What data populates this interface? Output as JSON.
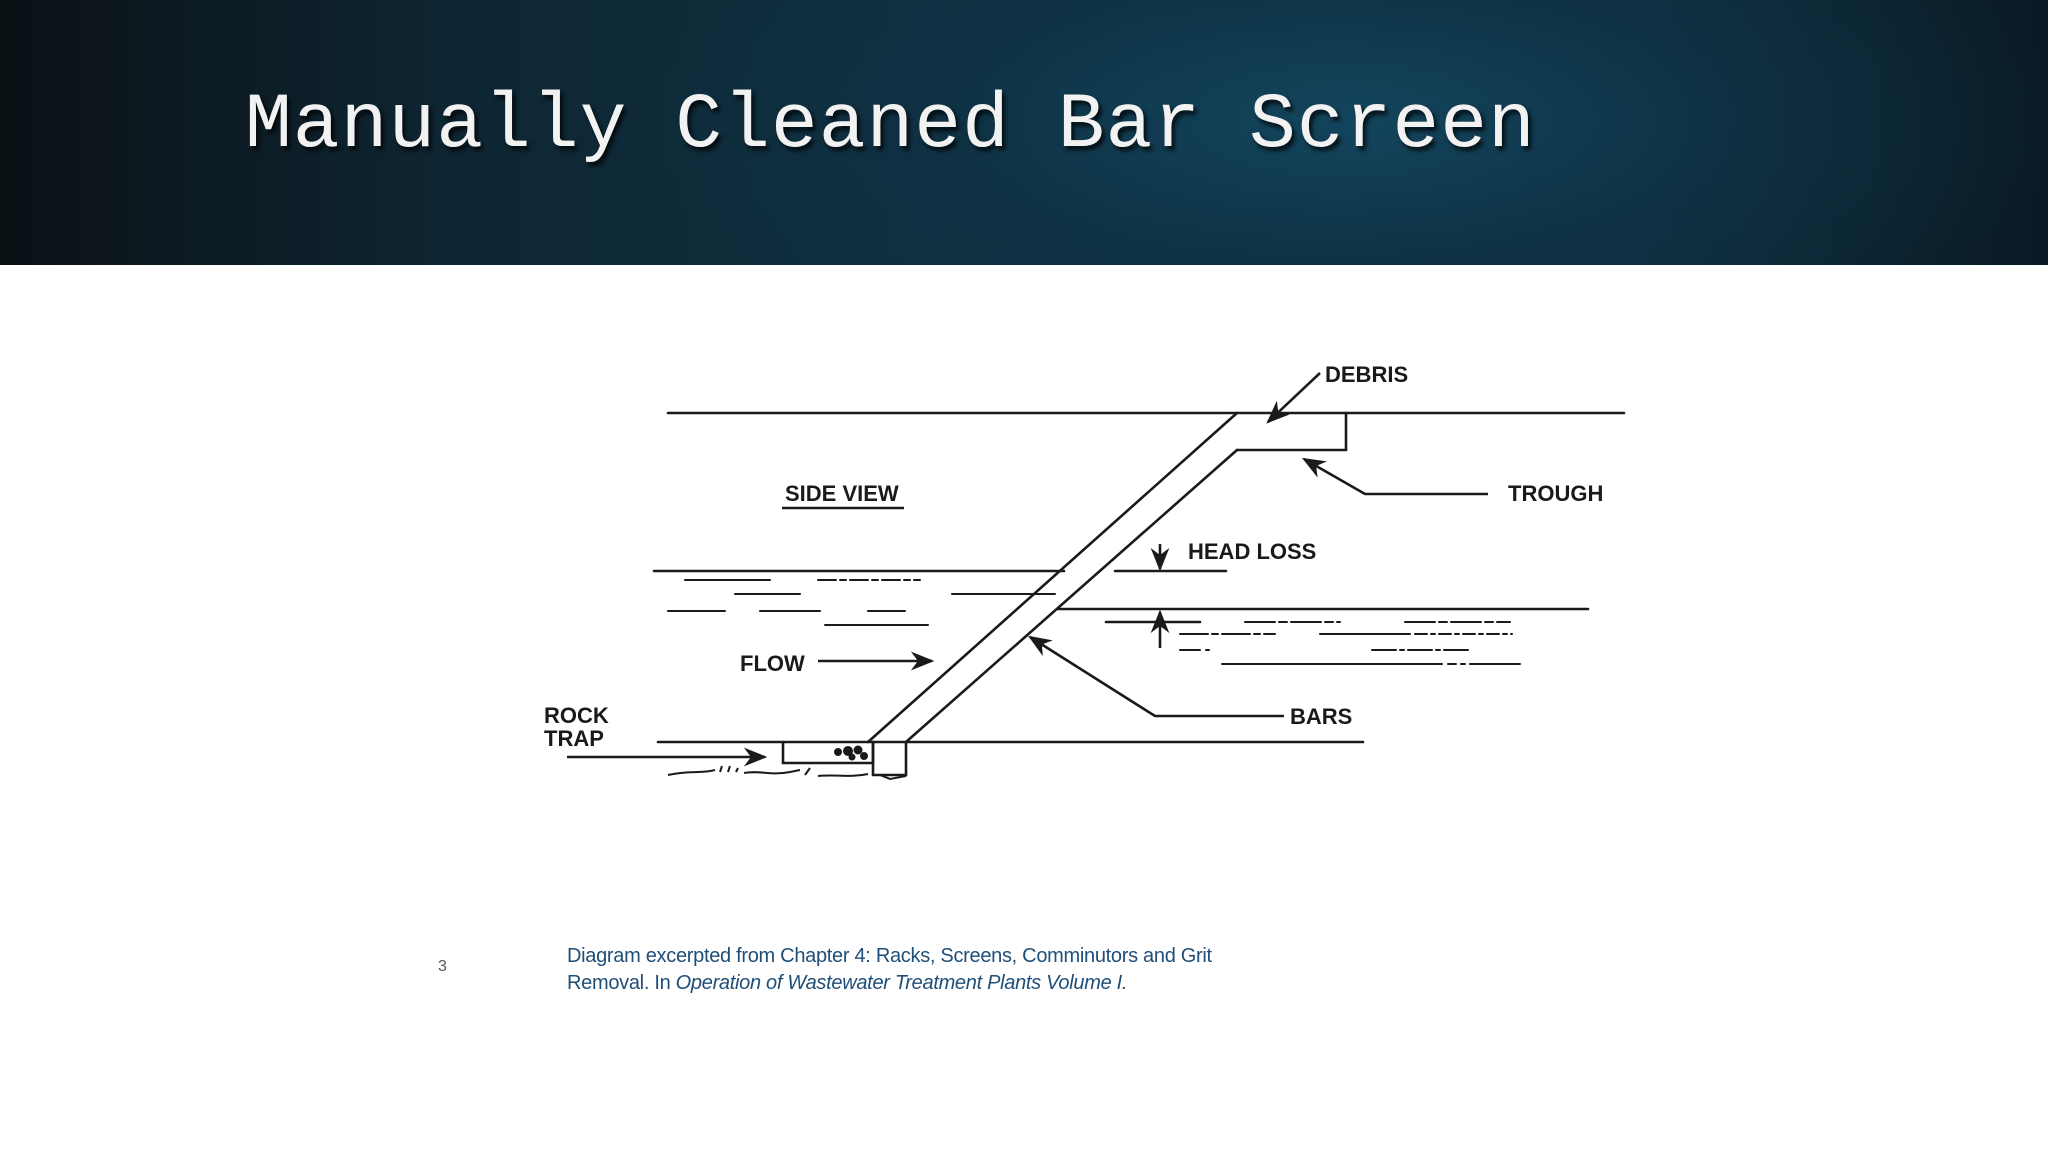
{
  "slide": {
    "title": "Manually Cleaned Bar Screen",
    "number": "3"
  },
  "diagram": {
    "labels": {
      "side_view": "SIDE VIEW",
      "debris": "DEBRIS",
      "trough": "TROUGH",
      "head_loss": "HEAD LOSS",
      "flow": "FLOW",
      "rock": "ROCK",
      "trap": "TRAP",
      "bars": "BARS"
    },
    "line_color": "#1a1a1a"
  },
  "caption": {
    "line1": "Diagram excerpted from Chapter 4:  Racks, Screens, Comminutors and Grit",
    "line2_prefix": "Removal.  In ",
    "line2_italic": "Operation of Wastewater Treatment Plants Volume I",
    "line2_suffix": ".",
    "color": "#1f4e79"
  },
  "theme": {
    "header_dark": "#0b1115",
    "header_teal": "#0f3344",
    "title_color": "#f2f2f2"
  }
}
